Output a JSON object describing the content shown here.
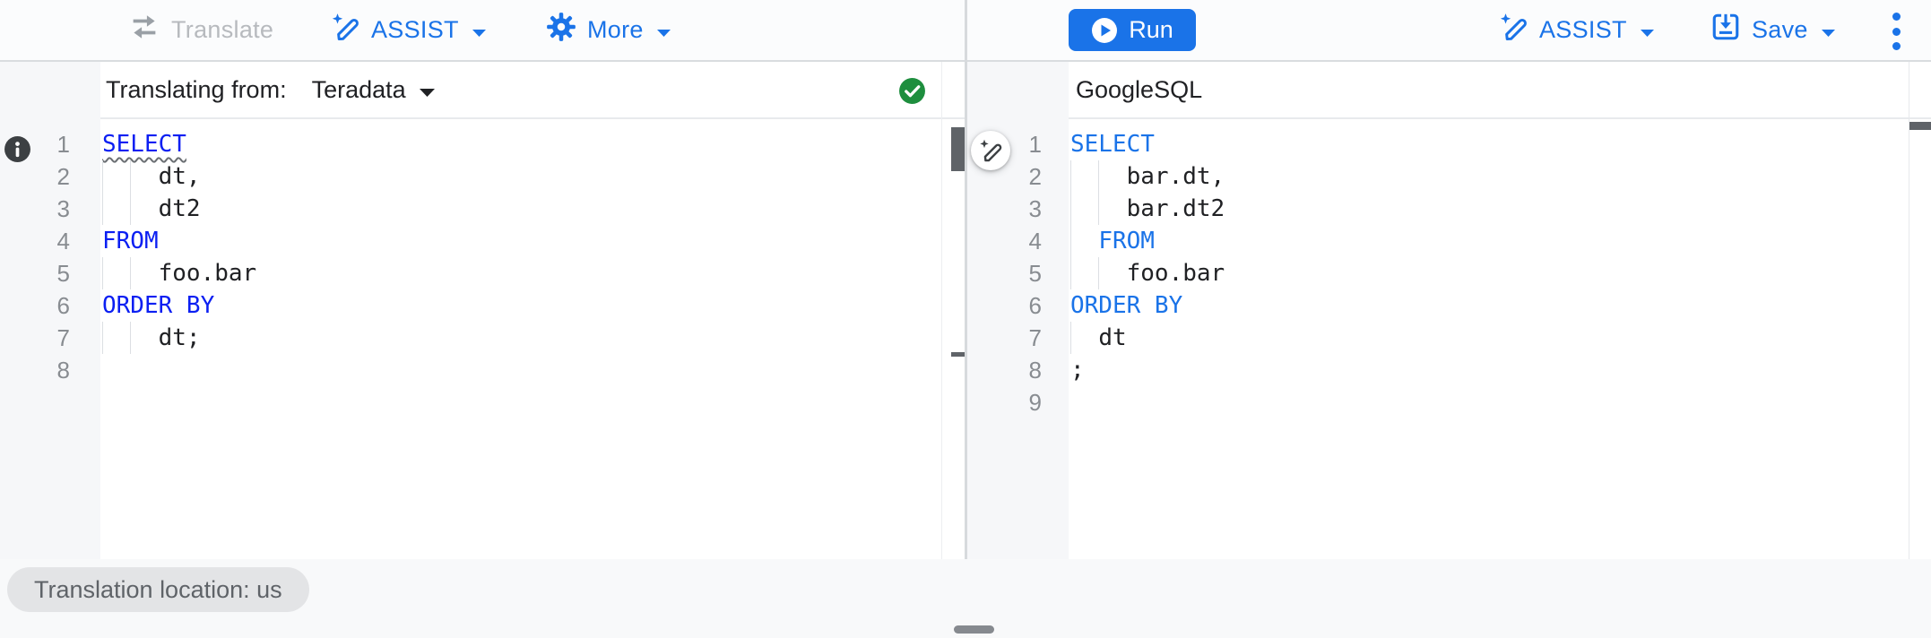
{
  "toolbar": {
    "translate_label": "Translate",
    "assist_left_label": "ASSIST",
    "more_label": "More",
    "run_label": "Run",
    "assist_right_label": "ASSIST",
    "save_label": "Save"
  },
  "left_panel": {
    "header_label": "Translating from:",
    "source_dialect": "Teradata",
    "keyword_color": "#0b1ff2",
    "text_color": "#202124",
    "lines": [
      {
        "indent": 0,
        "guides": [],
        "segs": [
          {
            "t": "SELECT",
            "k": true,
            "sq": true
          }
        ]
      },
      {
        "indent": 4,
        "guides": [
          0,
          2
        ],
        "segs": [
          {
            "t": "dt,"
          }
        ]
      },
      {
        "indent": 4,
        "guides": [
          0,
          2
        ],
        "segs": [
          {
            "t": "dt2"
          }
        ]
      },
      {
        "indent": 0,
        "guides": [],
        "segs": [
          {
            "t": "FROM",
            "k": true
          }
        ]
      },
      {
        "indent": 4,
        "guides": [
          0,
          2
        ],
        "segs": [
          {
            "t": "foo.bar"
          }
        ]
      },
      {
        "indent": 0,
        "guides": [],
        "segs": [
          {
            "t": "ORDER BY",
            "k": true
          }
        ]
      },
      {
        "indent": 4,
        "guides": [
          0,
          2
        ],
        "segs": [
          {
            "t": "dt;"
          }
        ]
      },
      {
        "indent": 0,
        "guides": [],
        "segs": []
      }
    ]
  },
  "right_panel": {
    "header_label": "GoogleSQL",
    "keyword_color": "#1a73e8",
    "text_color": "#202124",
    "lines": [
      {
        "indent": 0,
        "guides": [],
        "segs": [
          {
            "t": "SELECT",
            "k": true
          }
        ]
      },
      {
        "indent": 4,
        "guides": [
          0,
          2
        ],
        "segs": [
          {
            "t": "bar.dt,"
          }
        ]
      },
      {
        "indent": 4,
        "guides": [
          0,
          2
        ],
        "segs": [
          {
            "t": "bar.dt2"
          }
        ]
      },
      {
        "indent": 2,
        "guides": [
          0
        ],
        "segs": [
          {
            "t": "FROM",
            "k": true
          }
        ]
      },
      {
        "indent": 4,
        "guides": [
          0,
          2
        ],
        "segs": [
          {
            "t": "foo.bar"
          }
        ]
      },
      {
        "indent": 0,
        "guides": [],
        "segs": [
          {
            "t": "ORDER BY",
            "k": true
          }
        ]
      },
      {
        "indent": 2,
        "guides": [
          0
        ],
        "segs": [
          {
            "t": "dt"
          }
        ]
      },
      {
        "indent": 0,
        "guides": [],
        "segs": [
          {
            "t": ";"
          }
        ]
      },
      {
        "indent": 0,
        "guides": [],
        "segs": []
      }
    ]
  },
  "footer": {
    "location_chip": "Translation location: us"
  },
  "icons": {
    "translate": "swap-arrows-icon",
    "assist": "pen-sparkle-icon",
    "more": "gear-icon",
    "run": "play-circle-icon",
    "save": "save-icon",
    "overflow": "kebab-menu-icon",
    "left_margin": "info-icon",
    "validation": "check-circle-icon",
    "divider_button": "magic-pen-icon"
  },
  "colors": {
    "accent": "#1a73e8",
    "success": "#1e8e3e",
    "disabled_text": "#b7babe",
    "gutter_bg": "#f6f7f9",
    "chip_bg": "#e3e4e6"
  }
}
